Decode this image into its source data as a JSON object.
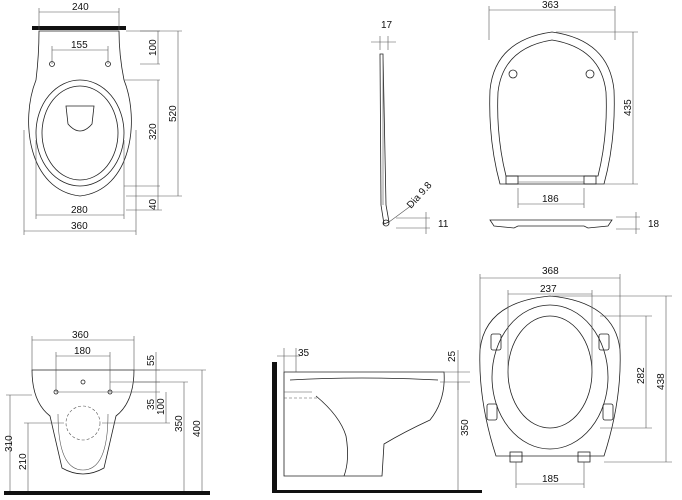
{
  "top_view": {
    "dims": {
      "width_top": "240",
      "holes_spacing": "155",
      "holes_offset": "100",
      "total_length": "520",
      "inner_length": "320",
      "front_gap": "40",
      "inner_width": "280",
      "total_width": "360"
    }
  },
  "seat_side": {
    "dims": {
      "thickness": "17",
      "hinge_dia": "Dia 9.8",
      "bottom": "11"
    }
  },
  "seat_top": {
    "dims": {
      "width": "363",
      "length": "435",
      "rear_width": "186",
      "height": "18"
    }
  },
  "front_view": {
    "dims": {
      "width": "360",
      "holes_spacing": "180",
      "top_offset": "55",
      "hole_offset_a": "35",
      "hole_offset_b": "100",
      "outlet_height": "310",
      "outlet_height_low": "210",
      "fix_height": "350",
      "total_height": "400"
    }
  },
  "side_view": {
    "dims": {
      "wall_offset": "35",
      "top_offset": "25",
      "height": "350"
    }
  },
  "seat_plan": {
    "dims": {
      "width": "368",
      "inner_width": "237",
      "inner_length": "282",
      "length": "438",
      "hinge_width": "185"
    }
  }
}
